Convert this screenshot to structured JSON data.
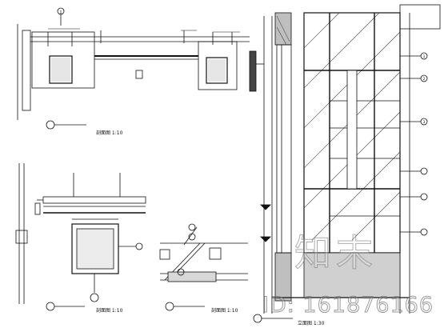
{
  "drawing": {
    "top_detail_label": "1",
    "plan_caption_1": "剖面图 1:10",
    "plan_caption_2": "剖面图 1:10",
    "plan_caption_3": "剖面图 1:10",
    "elevation_caption": "立面图 1:30",
    "detail_callouts": [
      "1",
      "2",
      "3"
    ]
  },
  "watermark": {
    "logo_text": "知末",
    "id_text": "ID: 161876166"
  },
  "colors": {
    "line": "#111111",
    "hatch": "#333333",
    "watermark": "#999999"
  }
}
